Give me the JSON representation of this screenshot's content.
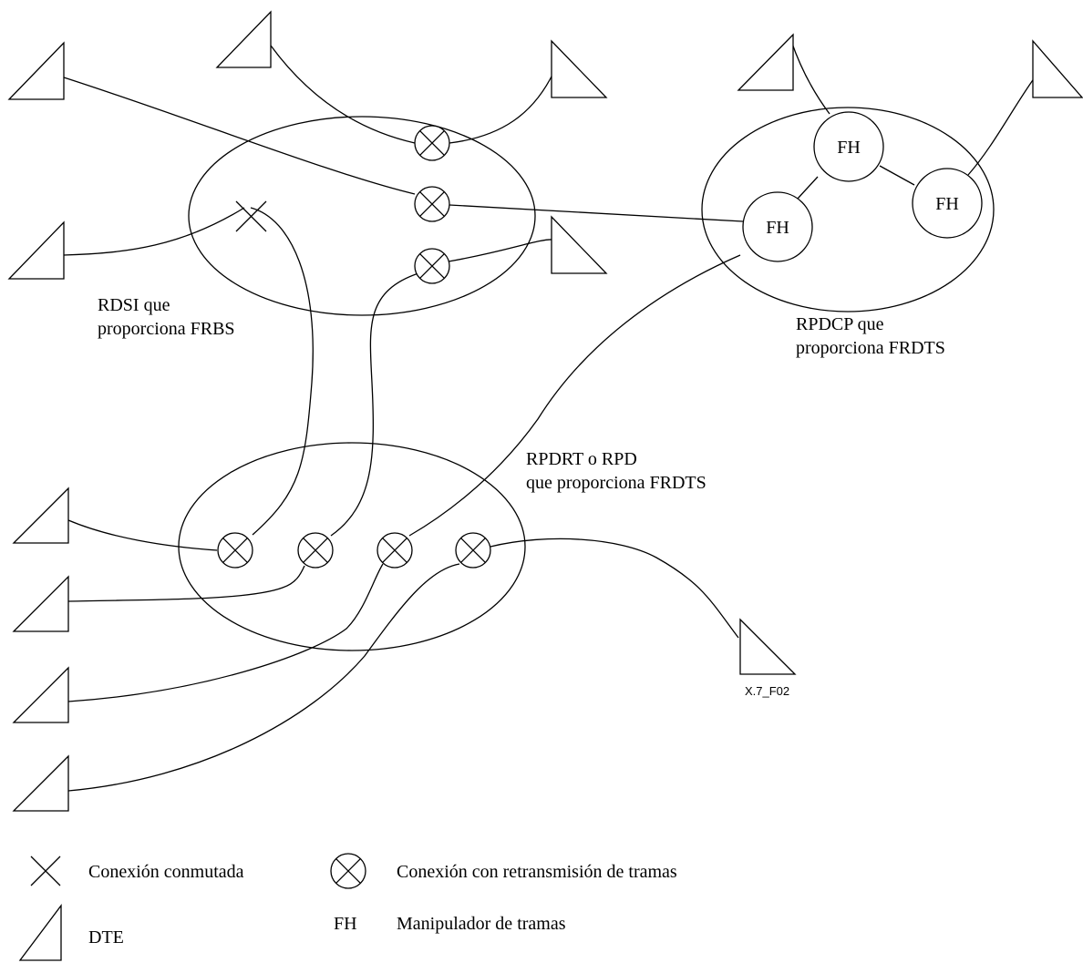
{
  "networks": {
    "isdn": {
      "line1": "RDSI que",
      "line2": "proporciona FRBS"
    },
    "pspdn": {
      "line1": "RPDCP que",
      "line2": "proporciona FRDTS"
    },
    "csdn": {
      "line1": "RPDRT o RPD",
      "line2": "que proporciona FRDTS"
    }
  },
  "frame_handler_label": "FH",
  "figure_code": "X.7_F02",
  "legend": {
    "switched": "Conexión conmutada",
    "frame_relay": "Conexión con retransmisión de tramas",
    "dte": "DTE",
    "fh_abbrev": "FH",
    "fh_desc": "Manipulador de tramas"
  }
}
